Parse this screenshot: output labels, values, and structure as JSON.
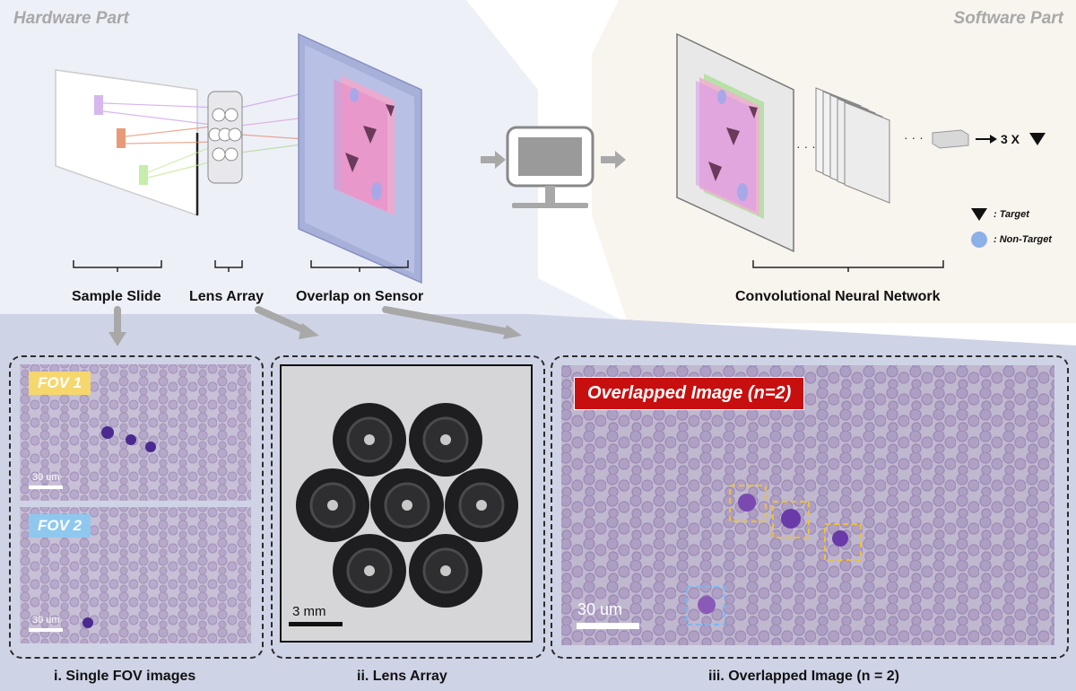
{
  "hardware": {
    "title": "Hardware Part",
    "labels": {
      "sample_slide": "Sample Slide",
      "lens_array": "Lens Array",
      "overlap": "Overlap on Sensor"
    }
  },
  "software": {
    "title": "Software Part",
    "cnn_label": "Convolutional Neural Network",
    "output_label": "3 X",
    "legend": {
      "target": ": Target",
      "non_target": ": Non-Target"
    }
  },
  "panels": {
    "fov": {
      "caption": "i. Single FOV images",
      "fov1_tag": "FOV 1",
      "fov2_tag": "FOV 2",
      "scale1": "30 um",
      "scale2": "30 um"
    },
    "lens": {
      "caption": "ii. Lens Array",
      "scale": "3 mm"
    },
    "overlap": {
      "caption": "iii. Overlapped Image (n = 2)",
      "tag": "Overlapped Image (n=2)",
      "scale": "30 um"
    }
  },
  "colors": {
    "fov1_tag": "#f5d76e",
    "fov2_tag": "#8fc8ef",
    "overlap_tag": "#c80f0f",
    "hardware_bg": "#eef0f8",
    "software_bg": "#f8f4ee",
    "bottom_bg": "#cfd3e6",
    "target_box": "#f0c030",
    "nontarget_box": "#7ab8f0"
  },
  "icons": [
    "monitor-icon",
    "target-triangle-icon",
    "non-target-circle-icon",
    "arrow-icon"
  ]
}
